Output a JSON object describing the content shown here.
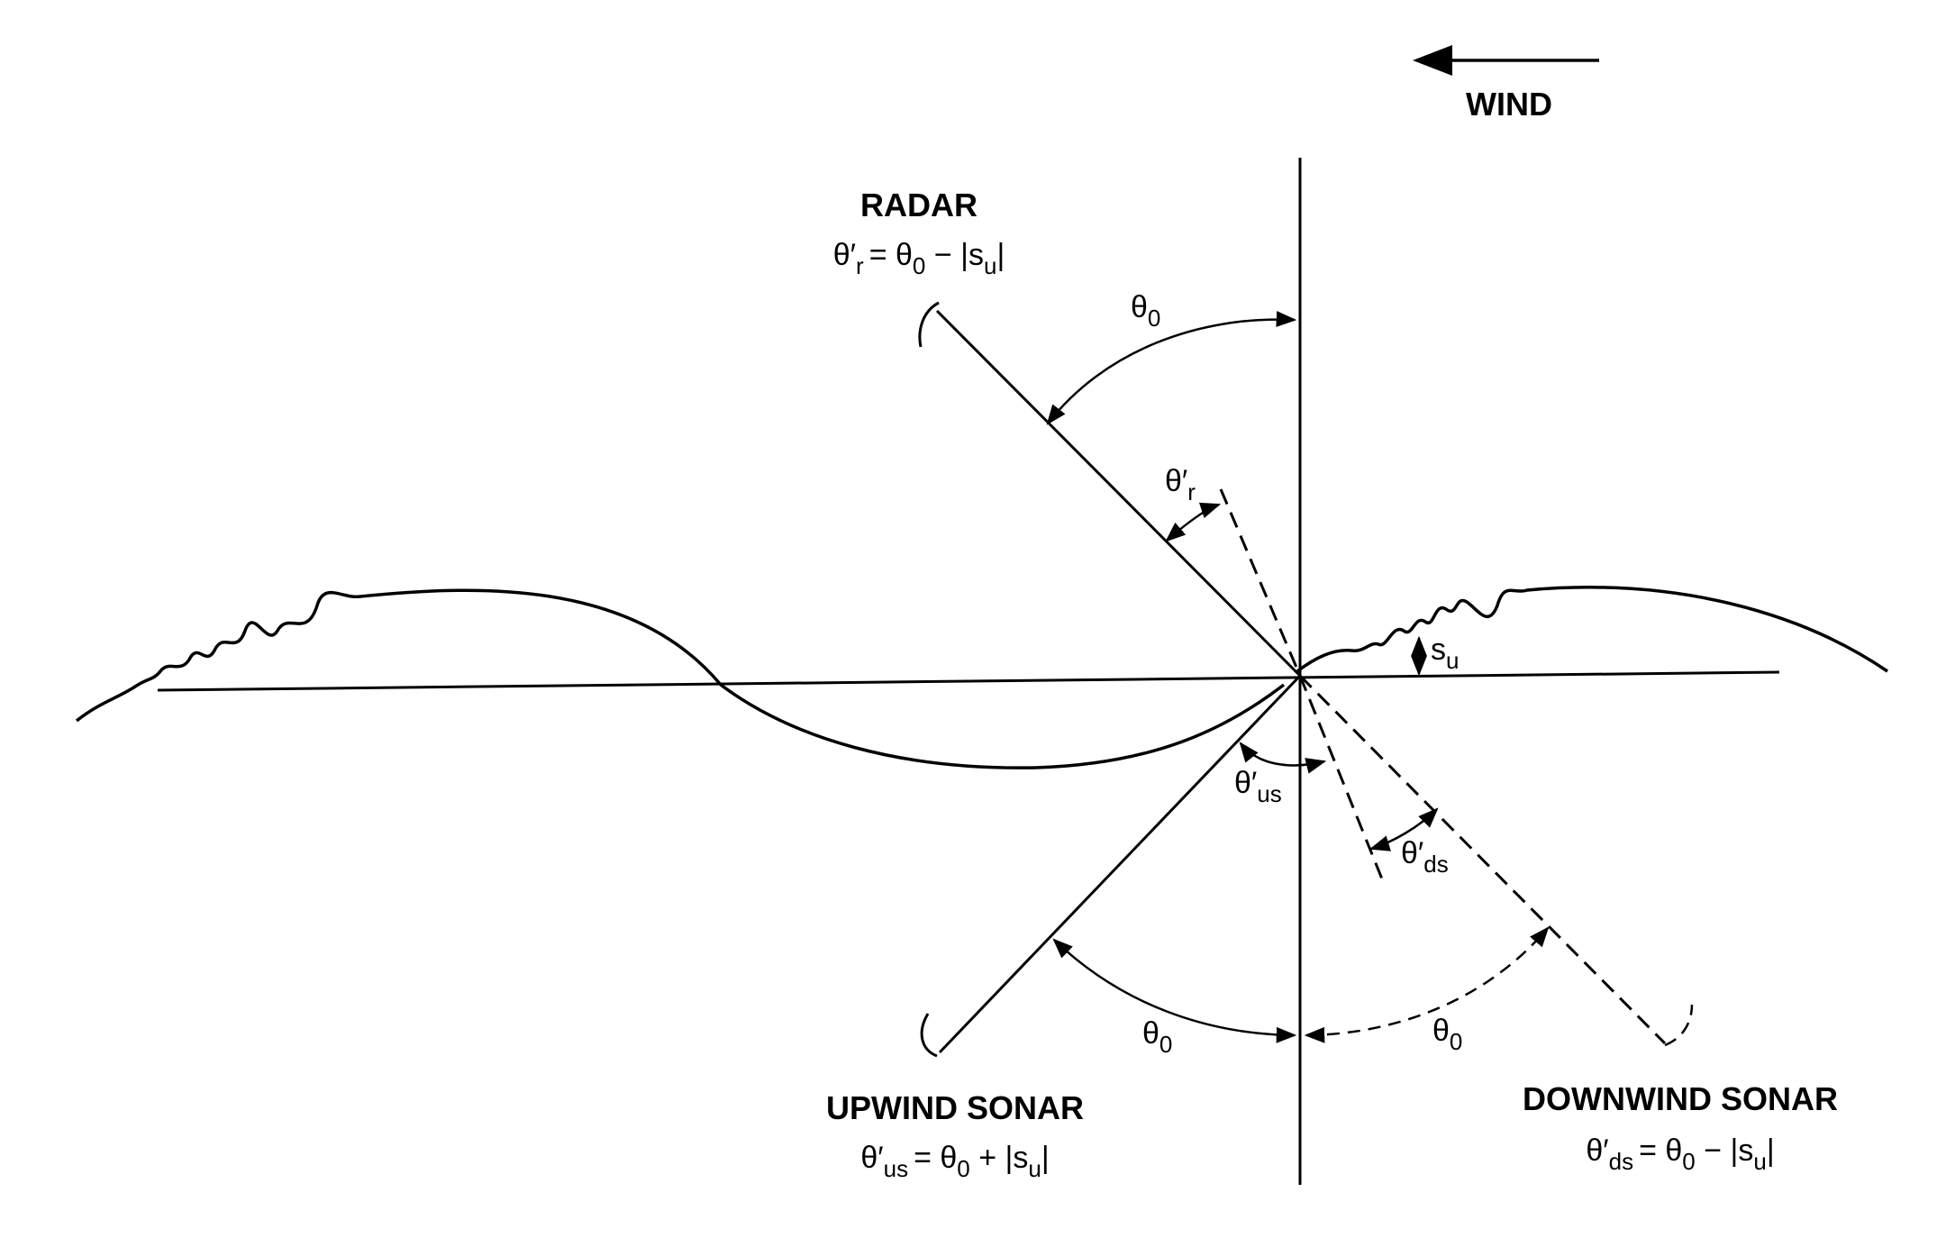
{
  "wind": {
    "label": "WIND"
  },
  "radar": {
    "title": "RADAR",
    "equation_lhs": "θ′",
    "equation_lhs_sub": "r",
    "equation_rhs": "= θ",
    "equation_rhs_sub": "0",
    "equation_tail": " − |s",
    "equation_tail_sub": "u",
    "equation_end": "|"
  },
  "upwind_sonar": {
    "title": "UPWIND SONAR",
    "equation_lhs": "θ′",
    "equation_lhs_sub": "us",
    "equation_rhs": "= θ",
    "equation_rhs_sub": "0",
    "equation_tail": " + |s",
    "equation_tail_sub": "u",
    "equation_end": "|"
  },
  "downwind_sonar": {
    "title": "DOWNWIND SONAR",
    "equation_lhs": "θ′",
    "equation_lhs_sub": "ds",
    "equation_rhs": "= θ",
    "equation_rhs_sub": "0",
    "equation_tail": " − |s",
    "equation_tail_sub": "u",
    "equation_end": "|"
  },
  "angles": {
    "theta0_symbol": "θ",
    "theta0_sub": "0",
    "theta_r_symbol": "θ′",
    "theta_r_sub": "r",
    "theta_us_symbol": "θ′",
    "theta_us_sub": "us",
    "theta_ds_symbol": "θ′",
    "theta_ds_sub": "ds",
    "slope_symbol": "s",
    "slope_sub": "u"
  },
  "colors": {
    "ink": "#000000",
    "background": "#ffffff"
  }
}
